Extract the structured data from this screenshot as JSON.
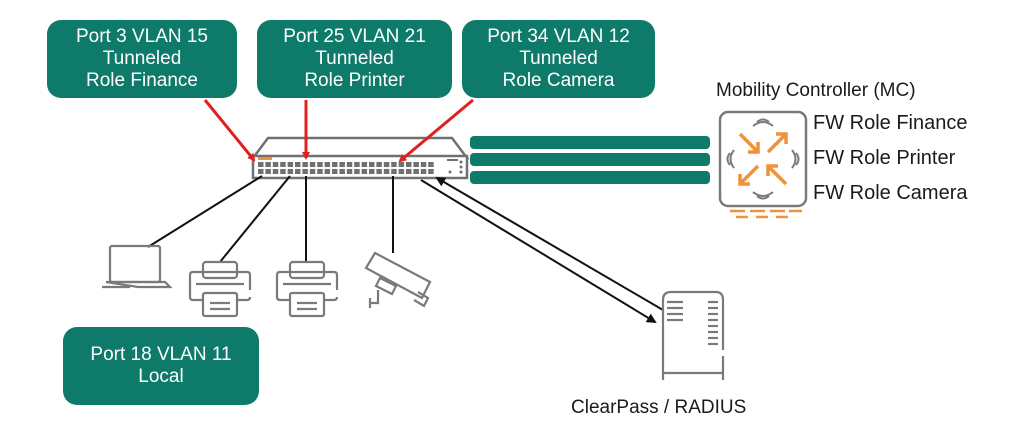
{
  "top_boxes": [
    {
      "line1": "Port 3 VLAN 15",
      "line2": "Tunneled",
      "line3": "Role Finance"
    },
    {
      "line1": "Port 25 VLAN 21",
      "line2": "Tunneled",
      "line3": "Role Printer"
    },
    {
      "line1": "Port 34 VLAN 12",
      "line2": "Tunneled",
      "line3": "Role Camera"
    }
  ],
  "local_box": {
    "line1": "Port 18 VLAN 11",
    "line2": "Local"
  },
  "controller": {
    "title": "Mobility Controller (MC)",
    "roles": [
      "FW Role Finance",
      "FW Role Printer",
      "FW Role Camera"
    ]
  },
  "radius": {
    "label": "ClearPass / RADIUS"
  },
  "devices": [
    "laptop",
    "printer",
    "printer",
    "camera"
  ],
  "colors": {
    "teal": "#0e7a6a",
    "arrow_red": "#e02020",
    "orange": "#f0923a",
    "icon_gray": "#7a7a7a"
  }
}
